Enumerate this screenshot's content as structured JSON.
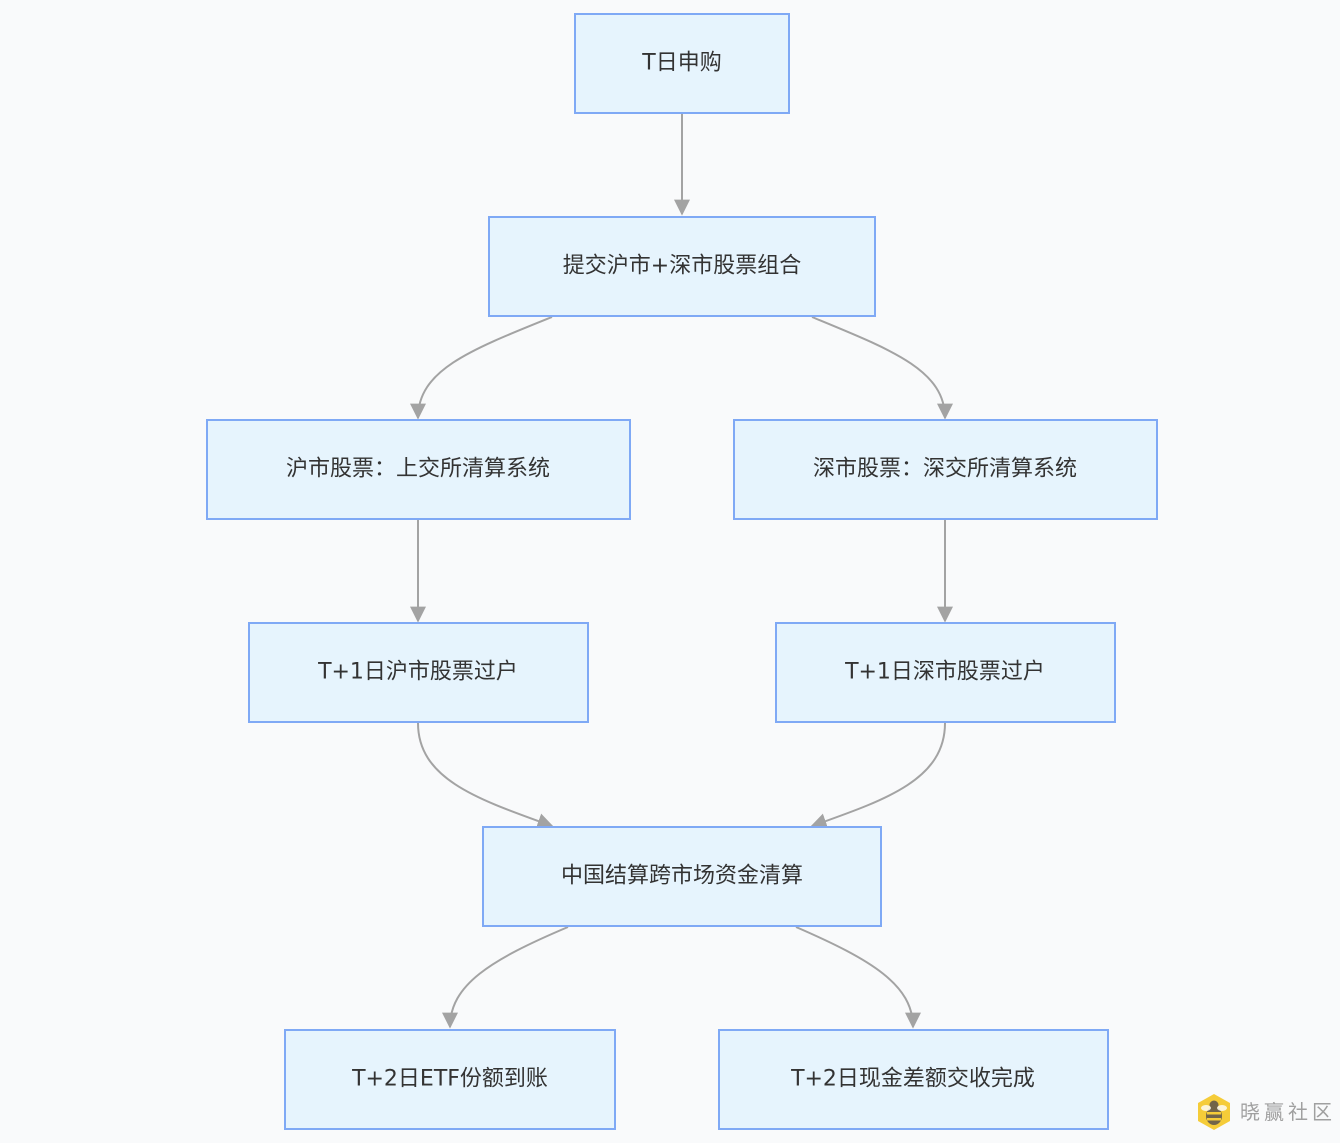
{
  "diagram": {
    "nodes": [
      {
        "id": "n1",
        "label": "T日申购"
      },
      {
        "id": "n2",
        "label": "提交沪市+深市股票组合"
      },
      {
        "id": "n3",
        "label": "沪市股票：上交所清算系统"
      },
      {
        "id": "n4",
        "label": "深市股票：深交所清算系统"
      },
      {
        "id": "n5",
        "label": "T+1日沪市股票过户"
      },
      {
        "id": "n6",
        "label": "T+1日深市股票过户"
      },
      {
        "id": "n7",
        "label": "中国结算跨市场资金清算"
      },
      {
        "id": "n8",
        "label": "T+2日ETF份额到账"
      },
      {
        "id": "n9",
        "label": "T+2日现金差额交收完成"
      }
    ],
    "edges": [
      {
        "from": "n1",
        "to": "n2"
      },
      {
        "from": "n2",
        "to": "n3"
      },
      {
        "from": "n2",
        "to": "n4"
      },
      {
        "from": "n3",
        "to": "n5"
      },
      {
        "from": "n4",
        "to": "n6"
      },
      {
        "from": "n5",
        "to": "n7"
      },
      {
        "from": "n6",
        "to": "n7"
      },
      {
        "from": "n7",
        "to": "n8"
      },
      {
        "from": "n7",
        "to": "n9"
      }
    ]
  },
  "watermark": {
    "text": "晓赢社区"
  },
  "colors": {
    "node_fill": "#e6f4fd",
    "node_stroke": "#7fa9f5",
    "edge": "#a3a3a3",
    "text": "#333333"
  }
}
